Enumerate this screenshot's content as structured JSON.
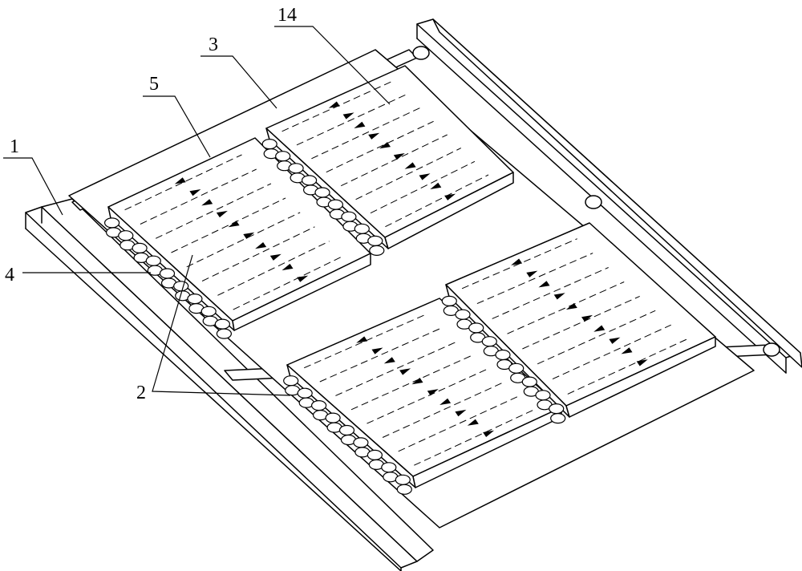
{
  "drawing": {
    "stroke_color": "#000000",
    "background": "#ffffff"
  },
  "callouts": [
    {
      "id": "callout-1",
      "text": "1"
    },
    {
      "id": "callout-3",
      "text": "3"
    },
    {
      "id": "callout-5",
      "text": "5"
    },
    {
      "id": "callout-14",
      "text": "14"
    },
    {
      "id": "callout-4",
      "text": "4"
    },
    {
      "id": "callout-2",
      "text": "2"
    }
  ]
}
